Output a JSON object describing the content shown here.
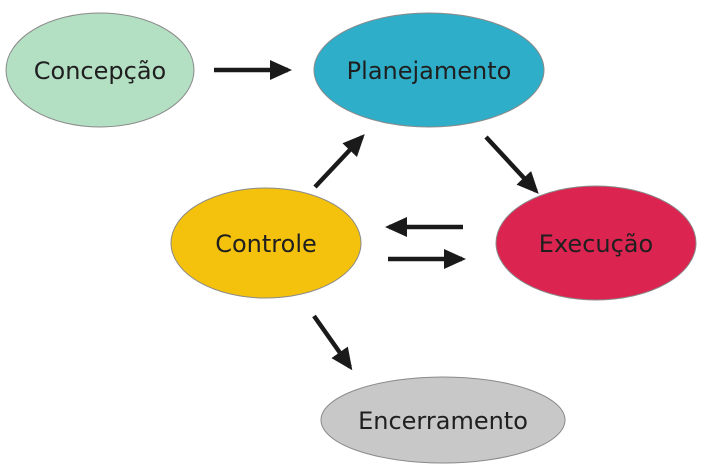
{
  "nodes": {
    "concepcao": {
      "label": "Concepção",
      "color": "#b3dfc3"
    },
    "planejamento": {
      "label": "Planejamento",
      "color": "#2eaec8"
    },
    "controle": {
      "label": "Controle",
      "color": "#f4c20d"
    },
    "execucao": {
      "label": "Execução",
      "color": "#dc2450"
    },
    "encerramento": {
      "label": "Encerramento",
      "color": "#c8c8c8"
    }
  },
  "arrow_color": "#1a1a1a",
  "outline_color": "#8a8a8a"
}
